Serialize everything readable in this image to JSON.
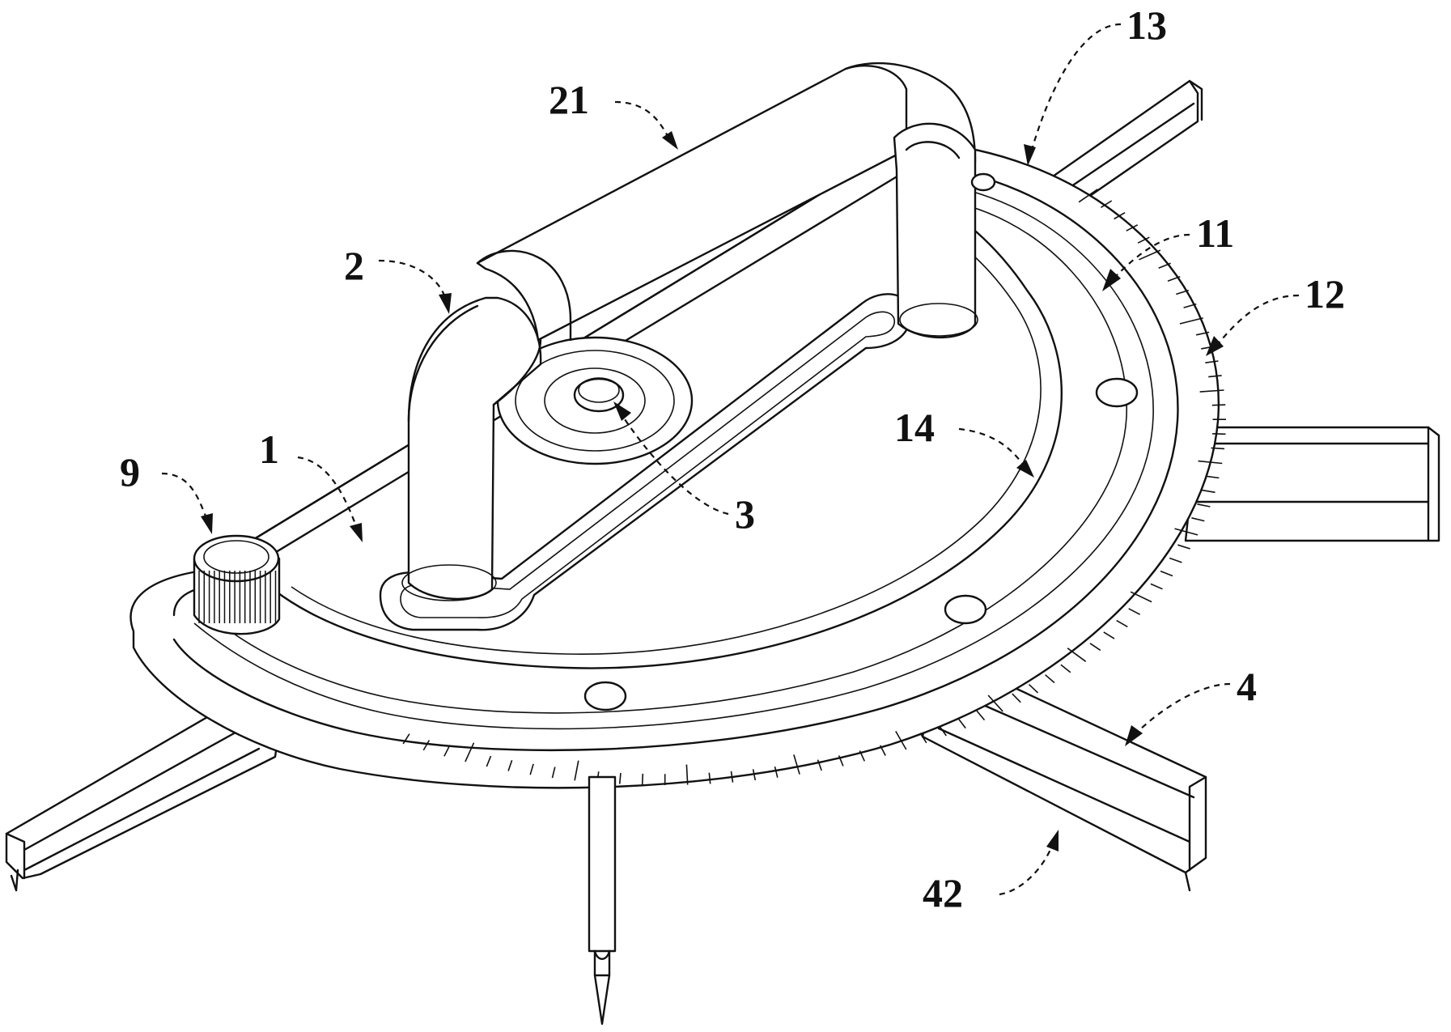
{
  "figure": {
    "description_labels": [
      {
        "id": "label-21",
        "text": "21"
      },
      {
        "id": "label-13",
        "text": "13"
      },
      {
        "id": "label-11",
        "text": "11"
      },
      {
        "id": "label-12",
        "text": "12"
      },
      {
        "id": "label-2",
        "text": "2"
      },
      {
        "id": "label-14",
        "text": "14"
      },
      {
        "id": "label-9",
        "text": "9"
      },
      {
        "id": "label-1",
        "text": "1"
      },
      {
        "id": "label-3",
        "text": "3"
      },
      {
        "id": "label-4",
        "text": "4"
      },
      {
        "id": "label-42",
        "text": "42"
      }
    ]
  }
}
